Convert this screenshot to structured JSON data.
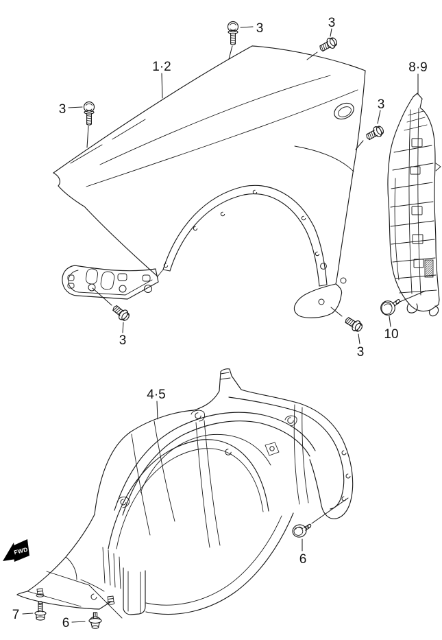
{
  "diagram": {
    "type": "parts-exploded-view",
    "background_color": "#ffffff",
    "line_color": "#1a1a1a",
    "fwd_marker": {
      "label": "FWD",
      "fill_color": "#000000"
    },
    "callouts": {
      "fender": "1·2",
      "fender_bolt": "3",
      "liner": "4·5",
      "brace": "8·9",
      "brace_bolt": "10",
      "liner_clip": "6",
      "liner_bolt": "7"
    }
  }
}
